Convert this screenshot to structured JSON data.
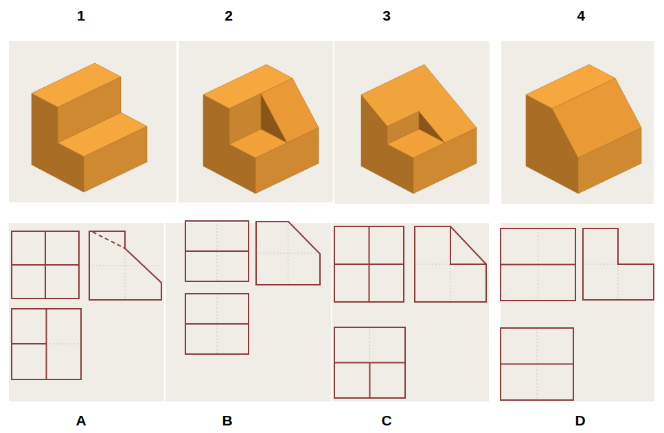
{
  "diagram": {
    "labels": [
      "1",
      "2",
      "3",
      "4",
      "A",
      "B",
      "C",
      "D"
    ]
  }
}
